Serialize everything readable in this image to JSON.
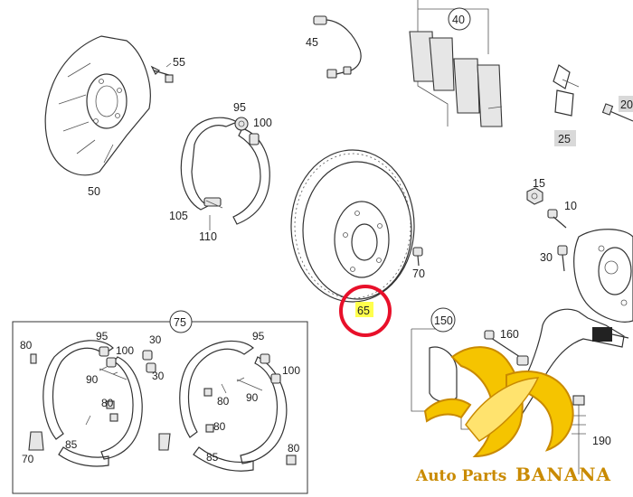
{
  "callouts": {
    "c40": "40",
    "c45": "45",
    "c55": "55",
    "c95_top": "95",
    "c100_top": "100",
    "c50": "50",
    "c105": "105",
    "c110": "110",
    "c65": "65",
    "c70_top": "70",
    "c20": "20",
    "c25": "25",
    "c15": "15",
    "c10": "10",
    "c30_right": "30",
    "c150": "150",
    "c160": "160",
    "c190": "190",
    "c75": "75",
    "kit_80_a": "80",
    "kit_95_a": "95",
    "kit_100_a": "100",
    "kit_30_a": "30",
    "kit_30_b": "30",
    "kit_90_a": "90",
    "kit_80_b": "80",
    "kit_85_a": "85",
    "kit_70_a": "70",
    "kit_95_b": "95",
    "kit_100_b": "100",
    "kit_80_c": "80",
    "kit_90_b": "90",
    "kit_80_d": "80",
    "kit_85_b": "85",
    "kit_80_e": "80"
  },
  "watermark": {
    "prefix": "Auto Parts",
    "name": "BANANA"
  },
  "colors": {
    "highlight": "#ffff4d",
    "circle_marker": "#e8102a",
    "brand": "#c98a00",
    "banana": "#f5c400"
  }
}
